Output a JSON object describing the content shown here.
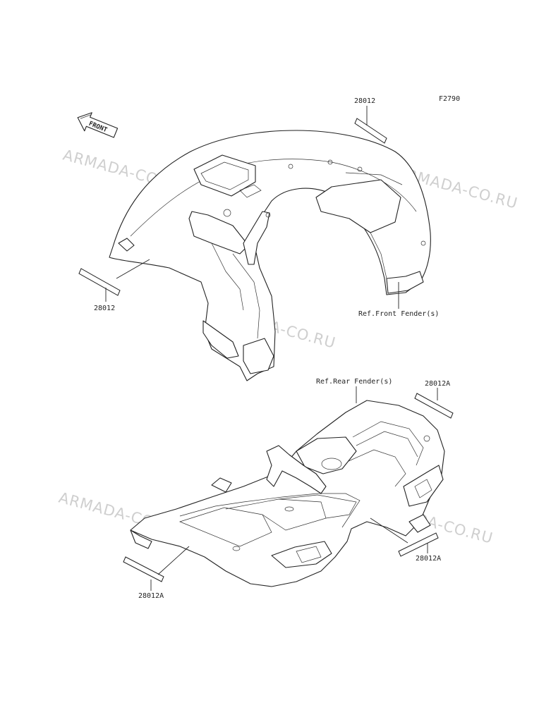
{
  "figure_code": "F2790",
  "front_arrow_label": "FRONT",
  "watermark": "ARMADA-CO.RU",
  "parts": {
    "front_decal_top": "28012",
    "front_decal_left": "28012",
    "rear_decal_top": "28012A",
    "rear_decal_right": "28012A",
    "rear_decal_left": "28012A"
  },
  "references": {
    "front_fender": "Ref.Front Fender(s)",
    "rear_fender": "Ref.Rear Fender(s)"
  }
}
